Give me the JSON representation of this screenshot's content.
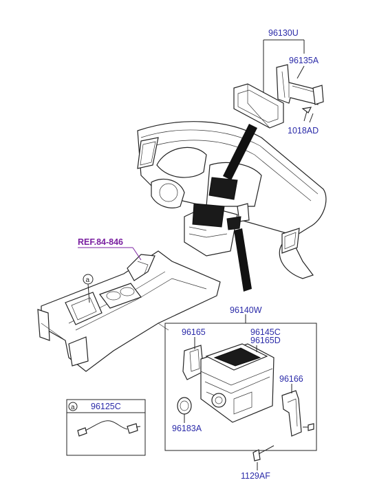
{
  "part_labels": {
    "p96130U": "96130U",
    "p96135A": "96135A",
    "p1018AD": "1018AD",
    "p96140W": "96140W",
    "p96165": "96165",
    "p96145C": "96145C",
    "p96165D": "96165D",
    "p96166": "96166",
    "p96183A": "96183A",
    "p1129AF": "1129AF",
    "p96125C": "96125C"
  },
  "reference": {
    "label": "REF.84-846"
  },
  "callout": {
    "marker": "a"
  },
  "colors": {
    "part_number": "#2a2aa8",
    "reference": "#7a1fa0",
    "lines": "#222222"
  }
}
